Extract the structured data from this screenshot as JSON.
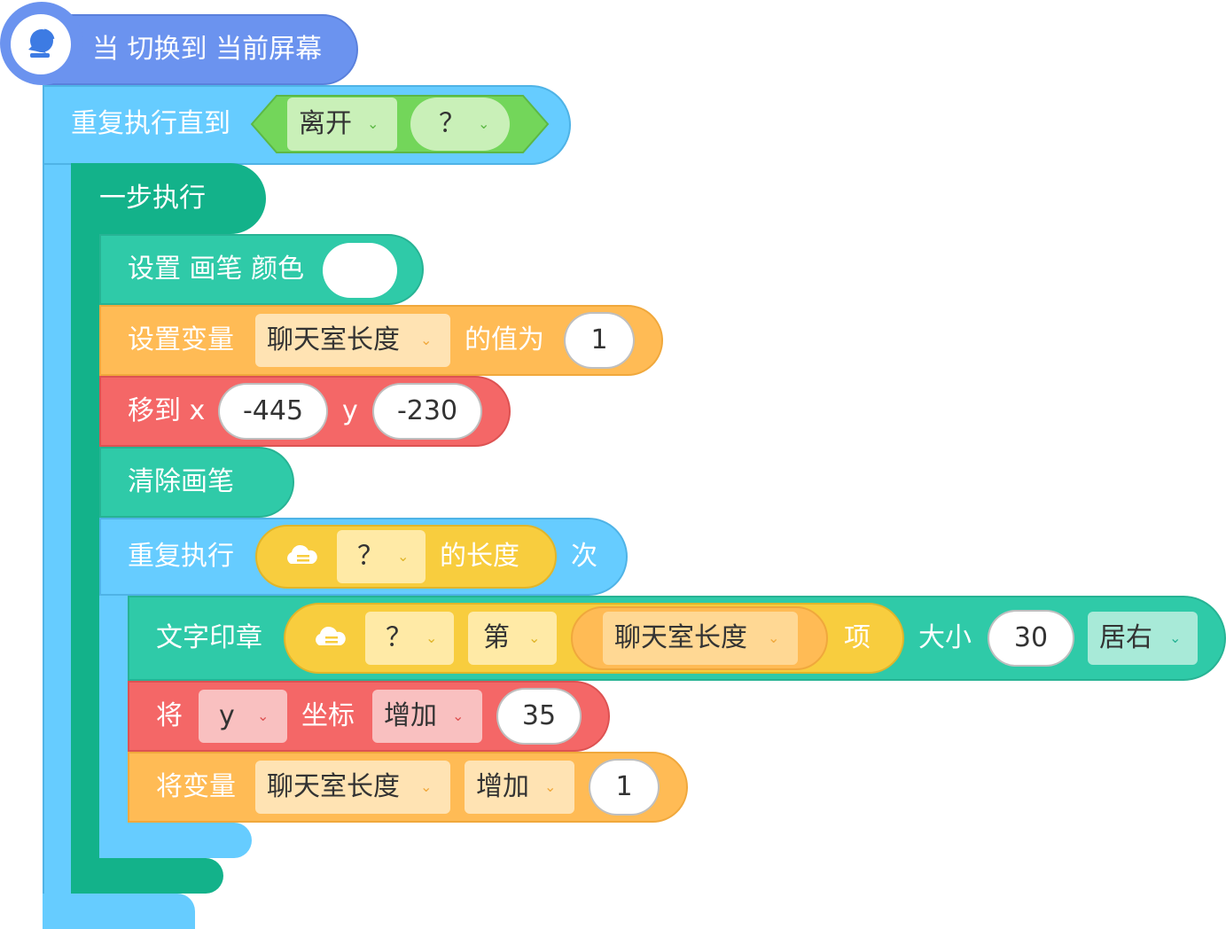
{
  "colors": {
    "event": "#6b93ef",
    "control": "#66ccff",
    "step": "#13b28a",
    "pen": "#2fcaa8",
    "variable": "#ffbb55",
    "motion": "#f46767",
    "list": "#f8cd3e",
    "boolean": "#73d65a"
  },
  "event": {
    "icon": "satellite-dish-icon",
    "label": "当 切换到 当前屏幕"
  },
  "repeat_until": {
    "label": "重复执行直到",
    "condition": {
      "sprite": "离开",
      "target": "？"
    }
  },
  "step_block": {
    "label": "一步执行"
  },
  "pen_color": {
    "label": "设置 画笔 颜色",
    "color": "#ffffff"
  },
  "set_variable": {
    "prefix": "设置变量",
    "variable": "聊天室长度",
    "middle": "的值为",
    "value": "1"
  },
  "move_to": {
    "prefix": "移到 x",
    "x": "-445",
    "y_label": "y",
    "y": "-230"
  },
  "clear_pen": {
    "label": "清除画笔"
  },
  "repeat_n": {
    "prefix": "重复执行",
    "list_icon": "cloud-list-icon",
    "list_name": "？",
    "length_label": "的长度",
    "suffix": "次"
  },
  "stamp": {
    "prefix": "文字印章",
    "list_icon": "cloud-list-icon",
    "list_name": "？",
    "index_prefix": "第",
    "index_var": "聊天室长度",
    "index_suffix": "项",
    "size_label": "大小",
    "size": "30",
    "align": "居右"
  },
  "change_coord": {
    "prefix": "将",
    "axis": "y",
    "middle": "坐标",
    "op": "增加",
    "value": "35"
  },
  "change_var": {
    "prefix": "将变量",
    "variable": "聊天室长度",
    "op": "增加",
    "value": "1"
  },
  "chevron": "⌄"
}
